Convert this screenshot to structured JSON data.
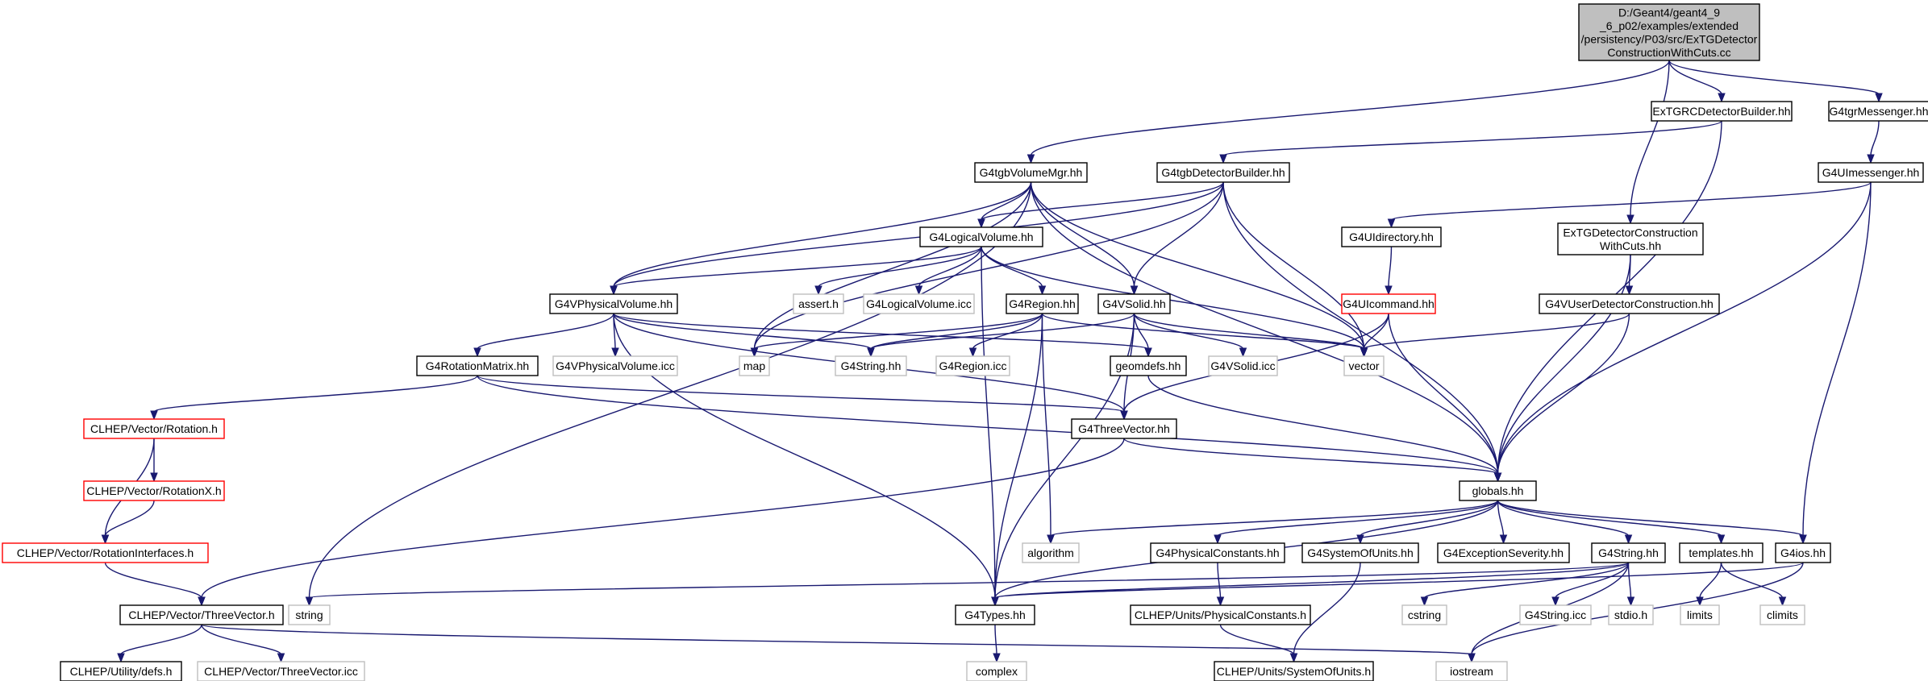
{
  "colors": {
    "background": "#ffffff",
    "edge": "#191970",
    "node_default_border": "#000000",
    "node_default_fill": "#ffffff",
    "node_root_fill": "#bfbfbf",
    "node_red_border": "#ff0000",
    "node_external_border": "#bfbfbf",
    "node_external_text": "#000000"
  },
  "nodes": [
    {
      "id": "root",
      "lines": [
        "D:/Geant4/geant4_9",
        "_6_p02/examples/extended",
        "/persistency/P03/src/ExTGDetector",
        "ConstructionWithCuts.cc"
      ],
      "style": "root"
    },
    {
      "id": "extgrc",
      "lines": [
        "ExTGRCDetectorBuilder.hh"
      ],
      "style": "default"
    },
    {
      "id": "g4tgrmess",
      "lines": [
        "G4tgrMessenger.hh"
      ],
      "style": "default"
    },
    {
      "id": "g4tgbvol",
      "lines": [
        "G4tgbVolumeMgr.hh"
      ],
      "style": "default"
    },
    {
      "id": "g4tgbdet",
      "lines": [
        "G4tgbDetectorBuilder.hh"
      ],
      "style": "default"
    },
    {
      "id": "g4uimess",
      "lines": [
        "G4UImessenger.hh"
      ],
      "style": "default"
    },
    {
      "id": "extgdetcc",
      "lines": [
        "ExTGDetectorConstruction",
        "WithCuts.hh"
      ],
      "style": "default"
    },
    {
      "id": "g4logvol",
      "lines": [
        "G4LogicalVolume.hh"
      ],
      "style": "default"
    },
    {
      "id": "g4uidir",
      "lines": [
        "G4UIdirectory.hh"
      ],
      "style": "default"
    },
    {
      "id": "g4uicmd",
      "lines": [
        "G4UIcommand.hh"
      ],
      "style": "red"
    },
    {
      "id": "g4vuserdet",
      "lines": [
        "G4VUserDetectorConstruction.hh"
      ],
      "style": "default"
    },
    {
      "id": "g4vphys",
      "lines": [
        "G4VPhysicalVolume.hh"
      ],
      "style": "default"
    },
    {
      "id": "assert",
      "lines": [
        "assert.h"
      ],
      "style": "external"
    },
    {
      "id": "g4logicc",
      "lines": [
        "G4LogicalVolume.icc"
      ],
      "style": "external"
    },
    {
      "id": "g4region",
      "lines": [
        "G4Region.hh"
      ],
      "style": "default"
    },
    {
      "id": "g4vsolid",
      "lines": [
        "G4VSolid.hh"
      ],
      "style": "default"
    },
    {
      "id": "g4rotmat",
      "lines": [
        "G4RotationMatrix.hh"
      ],
      "style": "default"
    },
    {
      "id": "g4vphysicc",
      "lines": [
        "G4VPhysicalVolume.icc"
      ],
      "style": "external"
    },
    {
      "id": "map",
      "lines": [
        "map"
      ],
      "style": "external"
    },
    {
      "id": "g4stringhh",
      "lines": [
        "G4String.hh"
      ],
      "style": "external"
    },
    {
      "id": "g4regionicc",
      "lines": [
        "G4Region.icc"
      ],
      "style": "external"
    },
    {
      "id": "geomdefs",
      "lines": [
        "geomdefs.hh"
      ],
      "style": "default"
    },
    {
      "id": "g4vsolidicc",
      "lines": [
        "G4VSolid.icc"
      ],
      "style": "external"
    },
    {
      "id": "vector",
      "lines": [
        "vector"
      ],
      "style": "external"
    },
    {
      "id": "clheprot",
      "lines": [
        "CLHEP/Vector/Rotation.h"
      ],
      "style": "red"
    },
    {
      "id": "g4three",
      "lines": [
        "G4ThreeVector.hh"
      ],
      "style": "default"
    },
    {
      "id": "clheprotx",
      "lines": [
        "CLHEP/Vector/RotationX.h"
      ],
      "style": "red"
    },
    {
      "id": "globals",
      "lines": [
        "globals.hh"
      ],
      "style": "default"
    },
    {
      "id": "clheprotint",
      "lines": [
        "CLHEP/Vector/RotationInterfaces.h"
      ],
      "style": "red"
    },
    {
      "id": "algorithm",
      "lines": [
        "algorithm"
      ],
      "style": "external"
    },
    {
      "id": "g4physconst",
      "lines": [
        "G4PhysicalConstants.hh"
      ],
      "style": "default"
    },
    {
      "id": "g4sysunits",
      "lines": [
        "G4SystemOfUnits.hh"
      ],
      "style": "default"
    },
    {
      "id": "g4excsev",
      "lines": [
        "G4ExceptionSeverity.hh"
      ],
      "style": "default"
    },
    {
      "id": "g4string2",
      "lines": [
        "G4String.hh"
      ],
      "style": "default"
    },
    {
      "id": "templates",
      "lines": [
        "templates.hh"
      ],
      "style": "default"
    },
    {
      "id": "g4ios",
      "lines": [
        "G4ios.hh"
      ],
      "style": "default"
    },
    {
      "id": "clhepthree",
      "lines": [
        "CLHEP/Vector/ThreeVector.h"
      ],
      "style": "default"
    },
    {
      "id": "string",
      "lines": [
        "string"
      ],
      "style": "external"
    },
    {
      "id": "g4types",
      "lines": [
        "G4Types.hh"
      ],
      "style": "default"
    },
    {
      "id": "clhepphysconst",
      "lines": [
        "CLHEP/Units/PhysicalConstants.h"
      ],
      "style": "default"
    },
    {
      "id": "cstring",
      "lines": [
        "cstring"
      ],
      "style": "external"
    },
    {
      "id": "g4stringicc",
      "lines": [
        "G4String.icc"
      ],
      "style": "external"
    },
    {
      "id": "stdio",
      "lines": [
        "stdio.h"
      ],
      "style": "external"
    },
    {
      "id": "limits",
      "lines": [
        "limits"
      ],
      "style": "external"
    },
    {
      "id": "climits",
      "lines": [
        "climits"
      ],
      "style": "external"
    },
    {
      "id": "clhepdefs",
      "lines": [
        "CLHEP/Utility/defs.h"
      ],
      "style": "default"
    },
    {
      "id": "clhepthreeicc",
      "lines": [
        "CLHEP/Vector/ThreeVector.icc"
      ],
      "style": "external"
    },
    {
      "id": "complex",
      "lines": [
        "complex"
      ],
      "style": "external"
    },
    {
      "id": "clhepsysunits",
      "lines": [
        "CLHEP/Units/SystemOfUnits.h"
      ],
      "style": "default"
    },
    {
      "id": "iostream",
      "lines": [
        "iostream"
      ],
      "style": "external"
    }
  ],
  "edges": [
    [
      "root",
      "extgrc"
    ],
    [
      "root",
      "g4tgrmess"
    ],
    [
      "root",
      "g4tgbvol"
    ],
    [
      "root",
      "extgdetcc"
    ],
    [
      "extgrc",
      "g4tgbdet"
    ],
    [
      "extgrc",
      "globals"
    ],
    [
      "g4tgrmess",
      "g4uimess"
    ],
    [
      "g4uimess",
      "g4uidir"
    ],
    [
      "g4uimess",
      "globals"
    ],
    [
      "g4uimess",
      "g4ios"
    ],
    [
      "g4uidir",
      "g4uicmd"
    ],
    [
      "g4uicmd",
      "vector"
    ],
    [
      "g4uicmd",
      "g4three"
    ],
    [
      "g4uicmd",
      "globals"
    ],
    [
      "extgdetcc",
      "g4vuserdet"
    ],
    [
      "extgdetcc",
      "globals"
    ],
    [
      "g4vuserdet",
      "vector"
    ],
    [
      "g4vuserdet",
      "globals"
    ],
    [
      "g4tgbvol",
      "g4logvol"
    ],
    [
      "g4tgbvol",
      "g4vphys"
    ],
    [
      "g4tgbvol",
      "g4vsolid"
    ],
    [
      "g4tgbvol",
      "map"
    ],
    [
      "g4tgbvol",
      "vector"
    ],
    [
      "g4tgbvol",
      "globals"
    ],
    [
      "g4tgbvol",
      "string"
    ],
    [
      "g4tgbdet",
      "g4logvol"
    ],
    [
      "g4tgbdet",
      "g4vphys"
    ],
    [
      "g4tgbdet",
      "g4vsolid"
    ],
    [
      "g4tgbdet",
      "map"
    ],
    [
      "g4tgbdet",
      "vector"
    ],
    [
      "g4tgbdet",
      "globals"
    ],
    [
      "g4logvol",
      "g4vphys"
    ],
    [
      "g4logvol",
      "assert"
    ],
    [
      "g4logvol",
      "g4logicc"
    ],
    [
      "g4logvol",
      "g4region"
    ],
    [
      "g4logvol",
      "vector"
    ],
    [
      "g4logvol",
      "g4types"
    ],
    [
      "g4vphys",
      "g4rotmat"
    ],
    [
      "g4vphys",
      "g4vphysicc"
    ],
    [
      "g4vphys",
      "g4stringhh"
    ],
    [
      "g4vphys",
      "geomdefs"
    ],
    [
      "g4vphys",
      "g4three"
    ],
    [
      "g4vphys",
      "g4types"
    ],
    [
      "g4region",
      "map"
    ],
    [
      "g4region",
      "g4stringhh"
    ],
    [
      "g4region",
      "g4regionicc"
    ],
    [
      "g4region",
      "vector"
    ],
    [
      "g4region",
      "algorithm"
    ],
    [
      "g4region",
      "g4types"
    ],
    [
      "g4vsolid",
      "g4stringhh"
    ],
    [
      "g4vsolid",
      "geomdefs"
    ],
    [
      "g4vsolid",
      "g4vsolidicc"
    ],
    [
      "g4vsolid",
      "vector"
    ],
    [
      "g4vsolid",
      "g4three"
    ],
    [
      "g4vsolid",
      "g4types"
    ],
    [
      "geomdefs",
      "globals"
    ],
    [
      "g4rotmat",
      "clheprot"
    ],
    [
      "g4rotmat",
      "g4three"
    ],
    [
      "g4rotmat",
      "globals"
    ],
    [
      "clheprot",
      "clheprotx"
    ],
    [
      "clheprot",
      "clheprotint"
    ],
    [
      "clheprotx",
      "clheprotint"
    ],
    [
      "clheprotint",
      "clhepthree"
    ],
    [
      "g4three",
      "globals"
    ],
    [
      "g4three",
      "clhepthree"
    ],
    [
      "globals",
      "algorithm"
    ],
    [
      "globals",
      "g4physconst"
    ],
    [
      "globals",
      "g4sysunits"
    ],
    [
      "globals",
      "g4excsev"
    ],
    [
      "globals",
      "g4string2"
    ],
    [
      "globals",
      "templates"
    ],
    [
      "globals",
      "g4ios"
    ],
    [
      "globals",
      "g4types"
    ],
    [
      "g4physconst",
      "clhepphysconst"
    ],
    [
      "clhepphysconst",
      "clhepsysunits"
    ],
    [
      "g4sysunits",
      "clhepsysunits"
    ],
    [
      "g4string2",
      "string"
    ],
    [
      "g4string2",
      "g4types"
    ],
    [
      "g4string2",
      "cstring"
    ],
    [
      "g4string2",
      "g4stringicc"
    ],
    [
      "g4string2",
      "stdio"
    ],
    [
      "g4string2",
      "iostream"
    ],
    [
      "templates",
      "limits"
    ],
    [
      "templates",
      "climits"
    ],
    [
      "g4ios",
      "g4types"
    ],
    [
      "g4ios",
      "iostream"
    ],
    [
      "g4types",
      "complex"
    ],
    [
      "clhepthree",
      "clhepdefs"
    ],
    [
      "clhepthree",
      "clhepthreeicc"
    ],
    [
      "clhepthree",
      "iostream"
    ]
  ]
}
